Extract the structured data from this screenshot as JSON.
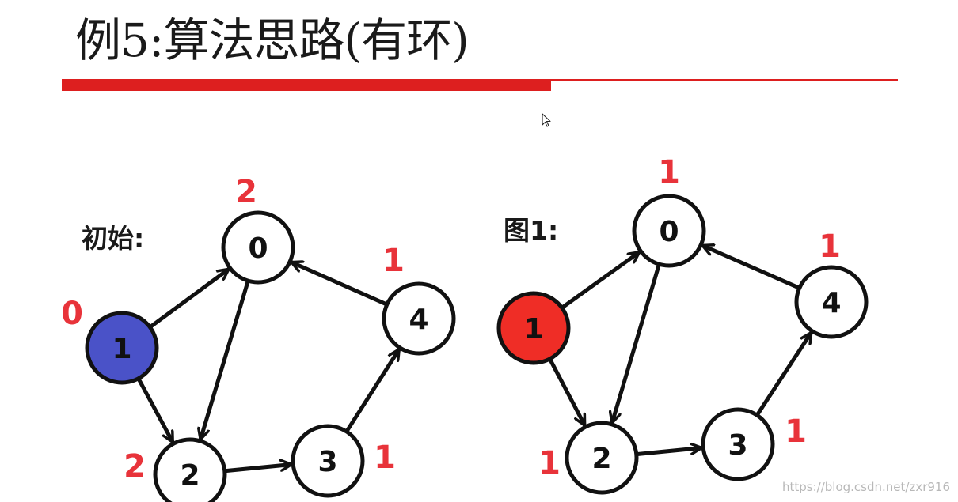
{
  "title": "例5:算法思路(有环)",
  "colors": {
    "title_bar": "#dd1f1f",
    "degree_label": "#e8333a",
    "node_start_fill": "#4a52c8",
    "node_processed_fill": "#ef2d26",
    "node_default_fill": "#ffffff",
    "stroke": "#111111"
  },
  "panels": [
    {
      "label": "初始:",
      "nodes": [
        {
          "id": "0",
          "degree": "2",
          "state": "default"
        },
        {
          "id": "1",
          "degree": "0",
          "state": "start"
        },
        {
          "id": "2",
          "degree": "2",
          "state": "default"
        },
        {
          "id": "3",
          "degree": "1",
          "state": "default"
        },
        {
          "id": "4",
          "degree": "1",
          "state": "default"
        }
      ],
      "edges": [
        [
          "1",
          "0"
        ],
        [
          "1",
          "2"
        ],
        [
          "0",
          "2"
        ],
        [
          "2",
          "3"
        ],
        [
          "3",
          "4"
        ],
        [
          "4",
          "0"
        ]
      ]
    },
    {
      "label": "图1:",
      "nodes": [
        {
          "id": "0",
          "degree": "1",
          "state": "default"
        },
        {
          "id": "1",
          "degree": "",
          "state": "processed"
        },
        {
          "id": "2",
          "degree": "1",
          "state": "default"
        },
        {
          "id": "3",
          "degree": "1",
          "state": "default"
        },
        {
          "id": "4",
          "degree": "1",
          "state": "default"
        }
      ],
      "edges": [
        [
          "1",
          "0"
        ],
        [
          "1",
          "2"
        ],
        [
          "0",
          "2"
        ],
        [
          "2",
          "3"
        ],
        [
          "3",
          "4"
        ],
        [
          "4",
          "0"
        ]
      ]
    }
  ],
  "watermark": "https://blog.csdn.net/zxr916"
}
